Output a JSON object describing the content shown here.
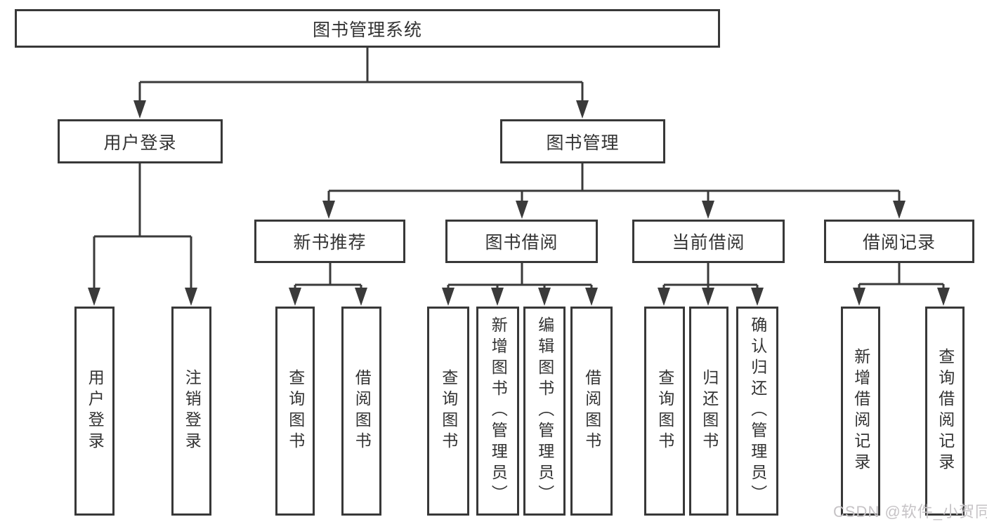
{
  "tree": {
    "root": {
      "label": "图书管理系统"
    },
    "user_login": {
      "label": "用户登录",
      "children": [
        "用户登录",
        "注销登录"
      ]
    },
    "book_mgmt": {
      "label": "图书管理"
    },
    "new_books": {
      "label": "新书推荐",
      "children": [
        "查询图书",
        "借阅图书"
      ]
    },
    "book_borrow": {
      "label": "图书借阅",
      "children": [
        "查询图书",
        "新增图书（管理员）",
        "编辑图书（管理员）",
        "借阅图书"
      ]
    },
    "current_borrow": {
      "label": "当前借阅",
      "children": [
        "查询图书",
        "归还图书",
        "确认归还（管理员）"
      ]
    },
    "borrow_records": {
      "label": "借阅记录",
      "children": [
        "新增借阅记录",
        "查询借阅记录"
      ]
    }
  },
  "watermark": {
    "text": "CSDN @软件_小贺同学"
  },
  "colors": {
    "line": "#3a3a3a",
    "border": "#383838",
    "text": "#333333",
    "watermark": "#c6c3c6",
    "background": "#ffffff"
  }
}
